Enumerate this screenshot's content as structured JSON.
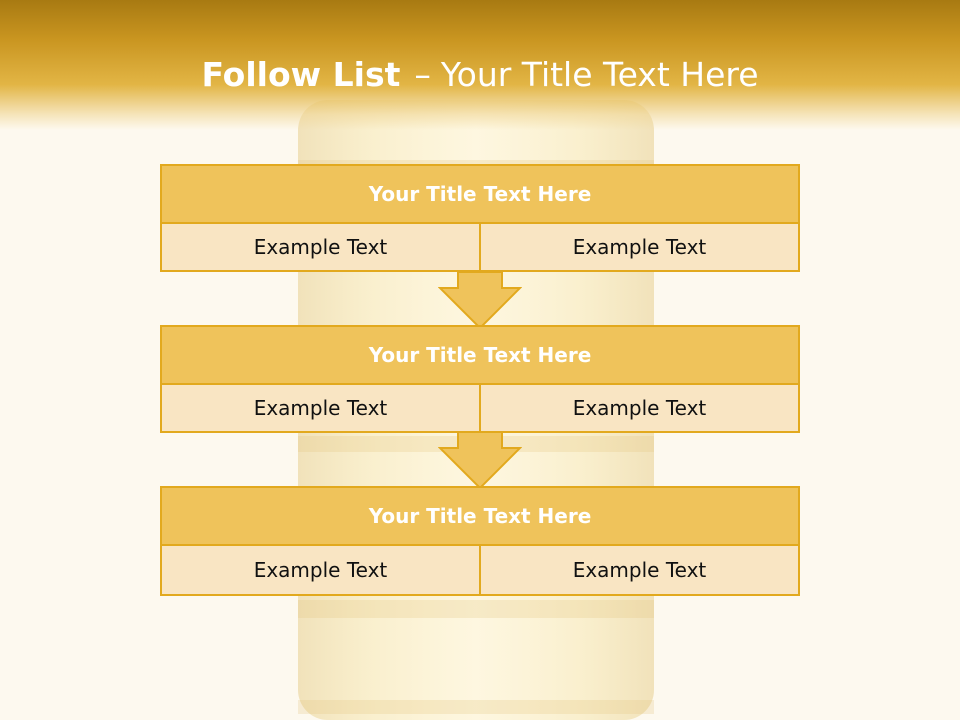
{
  "slide": {
    "title_bold": "Follow List",
    "title_dash": "–",
    "title_rest": "Your Title Text Here"
  },
  "steps": [
    {
      "title": "Your Title Text Here",
      "left": "Example Text",
      "right": "Example Text"
    },
    {
      "title": "Your Title Text Here",
      "left": "Example Text",
      "right": "Example Text"
    },
    {
      "title": "Your Title Text Here",
      "left": "Example Text",
      "right": "Example Text"
    }
  ],
  "colors": {
    "header": "#c99520",
    "block_title_fill": "#efc35b",
    "block_cell_fill": "#f9e5c3",
    "border": "#e2a91e",
    "arrow_fill": "#efc35b"
  }
}
